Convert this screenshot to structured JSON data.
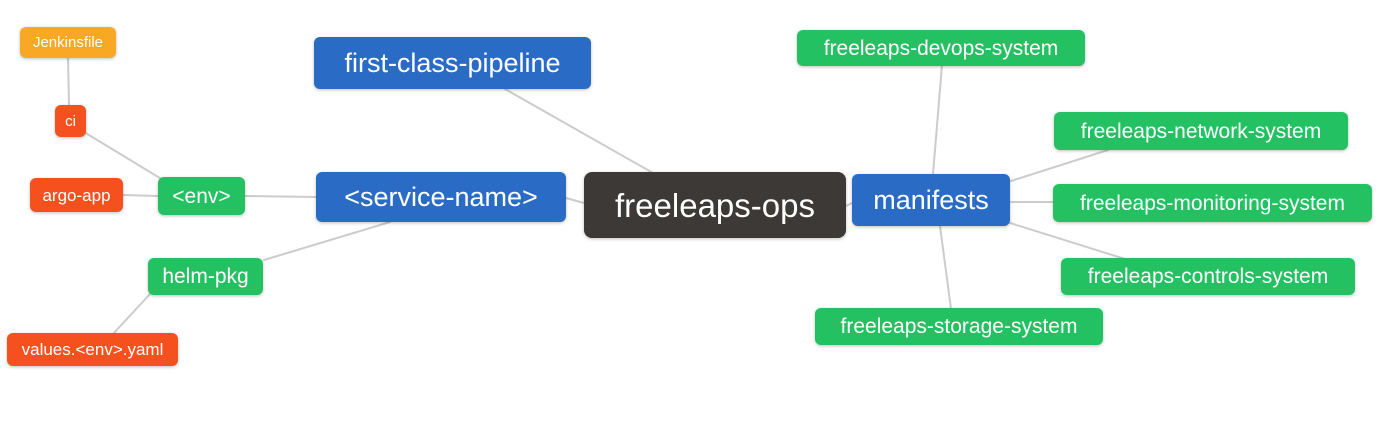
{
  "palette": {
    "orange": "#F9A825",
    "red": "#F4511E",
    "green": "#23C161",
    "blue": "#2A6CC5",
    "dark": "#3C3936",
    "edge": "#CCCCCC",
    "background": "#FFFFFF",
    "text": "#FFFFFF"
  },
  "nodes": {
    "jenkinsfile": {
      "label": "Jenkinsfile",
      "color": "orange"
    },
    "ci": {
      "label": "ci",
      "color": "red"
    },
    "argo_app": {
      "label": "argo-app",
      "color": "red"
    },
    "env": {
      "label": "<env>",
      "color": "green"
    },
    "helm_pkg": {
      "label": "helm-pkg",
      "color": "green"
    },
    "values_env_yaml": {
      "label": "values.<env>.yaml",
      "color": "red"
    },
    "first_class_pipeline": {
      "label": "first-class-pipeline",
      "color": "blue"
    },
    "service_name": {
      "label": "<service-name>",
      "color": "blue"
    },
    "freeleaps_ops": {
      "label": "freeleaps-ops",
      "color": "dark"
    },
    "manifests": {
      "label": "manifests",
      "color": "blue"
    },
    "devops_system": {
      "label": "freeleaps-devops-system",
      "color": "green"
    },
    "network_system": {
      "label": "freeleaps-network-system",
      "color": "green"
    },
    "monitoring_system": {
      "label": "freeleaps-monitoring-system",
      "color": "green"
    },
    "controls_system": {
      "label": "freeleaps-controls-system",
      "color": "green"
    },
    "storage_system": {
      "label": "freeleaps-storage-system",
      "color": "green"
    }
  },
  "edges": [
    {
      "from": "jenkinsfile",
      "to": "ci"
    },
    {
      "from": "ci",
      "to": "env"
    },
    {
      "from": "argo_app",
      "to": "env"
    },
    {
      "from": "env",
      "to": "service_name"
    },
    {
      "from": "helm_pkg",
      "to": "service_name"
    },
    {
      "from": "values_env_yaml",
      "to": "helm_pkg"
    },
    {
      "from": "first_class_pipeline",
      "to": "freeleaps_ops"
    },
    {
      "from": "service_name",
      "to": "freeleaps_ops"
    },
    {
      "from": "freeleaps_ops",
      "to": "manifests"
    },
    {
      "from": "manifests",
      "to": "devops_system"
    },
    {
      "from": "manifests",
      "to": "network_system"
    },
    {
      "from": "manifests",
      "to": "monitoring_system"
    },
    {
      "from": "manifests",
      "to": "controls_system"
    },
    {
      "from": "manifests",
      "to": "storage_system"
    }
  ]
}
